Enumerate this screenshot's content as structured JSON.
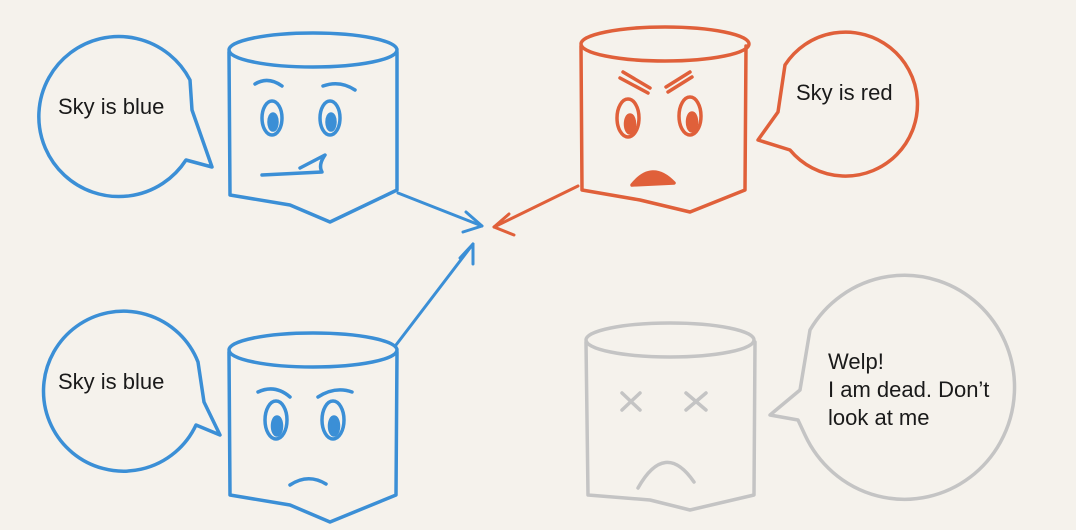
{
  "colors": {
    "background": "#f5f2ec",
    "blue": "#3b8fd6",
    "red": "#e0603a",
    "gray": "#c4c4c4"
  },
  "nodes": [
    {
      "id": "blue-top",
      "color": "blue",
      "mood": "smug",
      "speech": "Sky is blue"
    },
    {
      "id": "red",
      "color": "red",
      "mood": "angry",
      "speech": "Sky is red"
    },
    {
      "id": "blue-bottom",
      "color": "blue",
      "mood": "frown",
      "speech": "Sky is blue"
    },
    {
      "id": "gray",
      "color": "gray",
      "mood": "dead",
      "speech": "Welp!\nI am dead. Don’t\nlook at me"
    }
  ],
  "icons": [
    "cylinder-node-icon",
    "speech-bubble-icon",
    "arrow-icon"
  ]
}
